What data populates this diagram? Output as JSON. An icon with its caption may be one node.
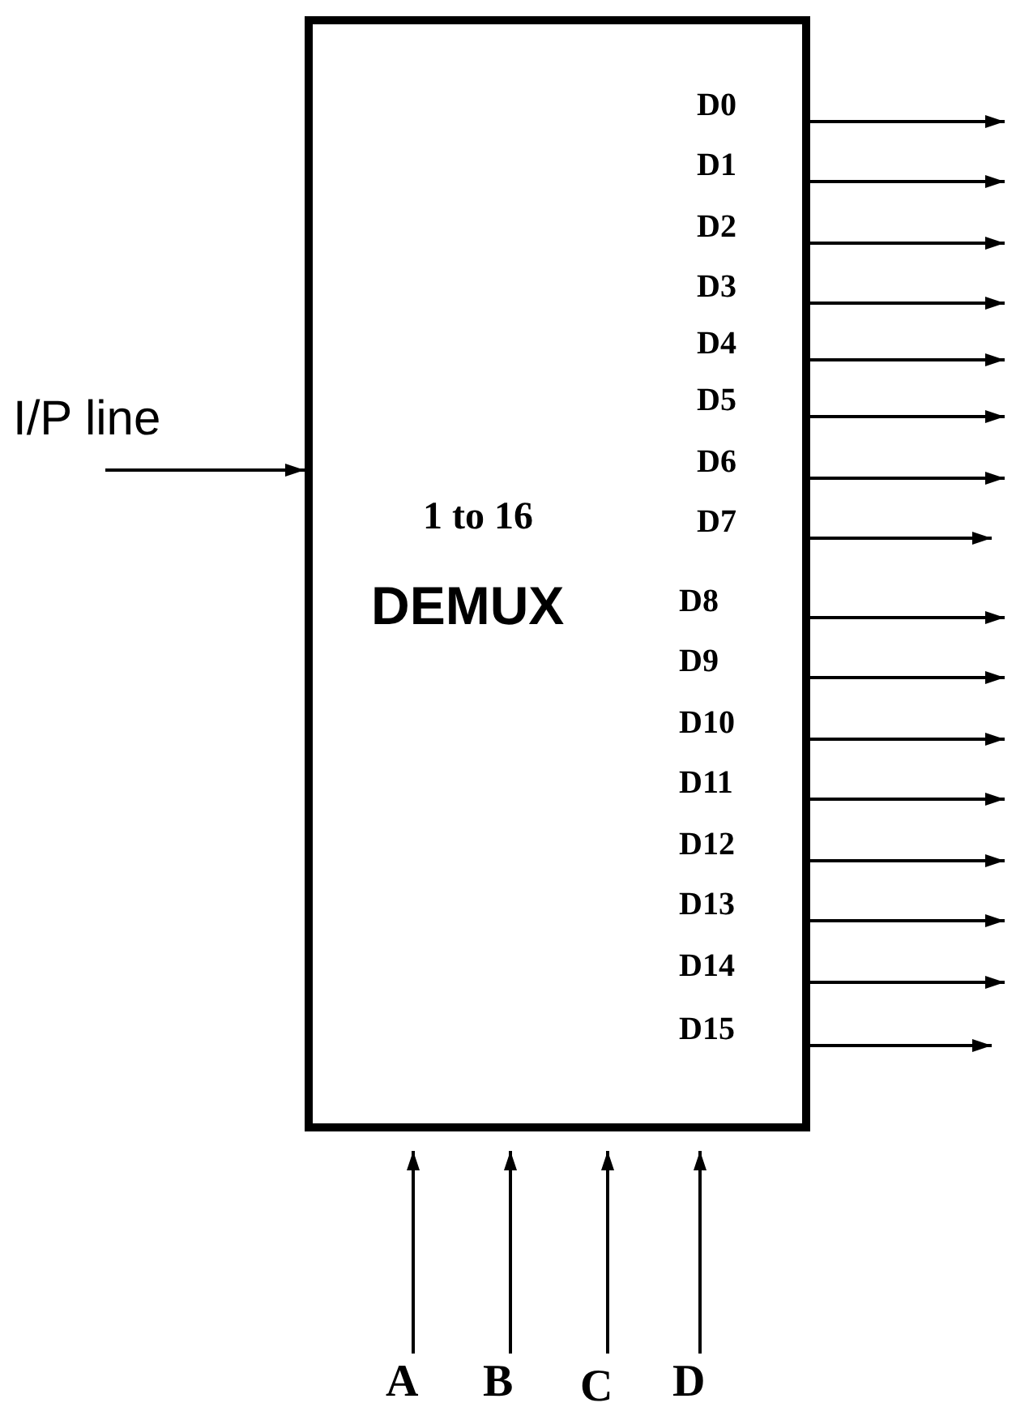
{
  "diagram": {
    "nodes": [
      {
        "text": [
          "1 to 16",
          "DEMUX"
        ]
      },
      {
        "text": [
          "I/P line"
        ]
      },
      {
        "text": [
          "A"
        ]
      },
      {
        "text": [
          "B"
        ]
      },
      {
        "text": [
          "C"
        ]
      },
      {
        "text": [
          "D"
        ]
      }
    ],
    "edges": [
      {
        "from": 1,
        "to": 0,
        "arrow": "to"
      },
      {
        "from": 2,
        "to": 0,
        "arrow": "to"
      },
      {
        "from": 3,
        "to": 0,
        "arrow": "to"
      },
      {
        "from": 4,
        "to": 0,
        "arrow": "to"
      },
      {
        "from": 5,
        "to": 0,
        "arrow": "to"
      },
      {
        "from": 0,
        "to": null,
        "arrow": "to"
      },
      {
        "from": 0,
        "to": null,
        "arrow": "to"
      },
      {
        "from": 0,
        "to": null,
        "arrow": "to"
      },
      {
        "from": 0,
        "to": null,
        "arrow": "to"
      },
      {
        "from": 0,
        "to": null,
        "arrow": "to"
      },
      {
        "from": 0,
        "to": null,
        "arrow": "to"
      },
      {
        "from": 0,
        "to": null,
        "arrow": "to"
      },
      {
        "from": 0,
        "to": null,
        "arrow": "to"
      },
      {
        "from": 0,
        "to": null,
        "arrow": "to"
      },
      {
        "from": 0,
        "to": null,
        "arrow": "to"
      },
      {
        "from": 0,
        "to": null,
        "arrow": "to"
      },
      {
        "from": 0,
        "to": null,
        "arrow": "to"
      },
      {
        "from": 0,
        "to": null,
        "arrow": "to"
      },
      {
        "from": 0,
        "to": null,
        "arrow": "to"
      },
      {
        "from": 0,
        "to": null,
        "arrow": "to"
      },
      {
        "from": 0,
        "to": null,
        "arrow": "to"
      }
    ],
    "labels": [
      "D0",
      "D1",
      "D2",
      "D3",
      "D4",
      "D5",
      "D6",
      "D7",
      "D8",
      "D9",
      "D10",
      "D11",
      "D12",
      "D13",
      "D14",
      "D15"
    ]
  }
}
